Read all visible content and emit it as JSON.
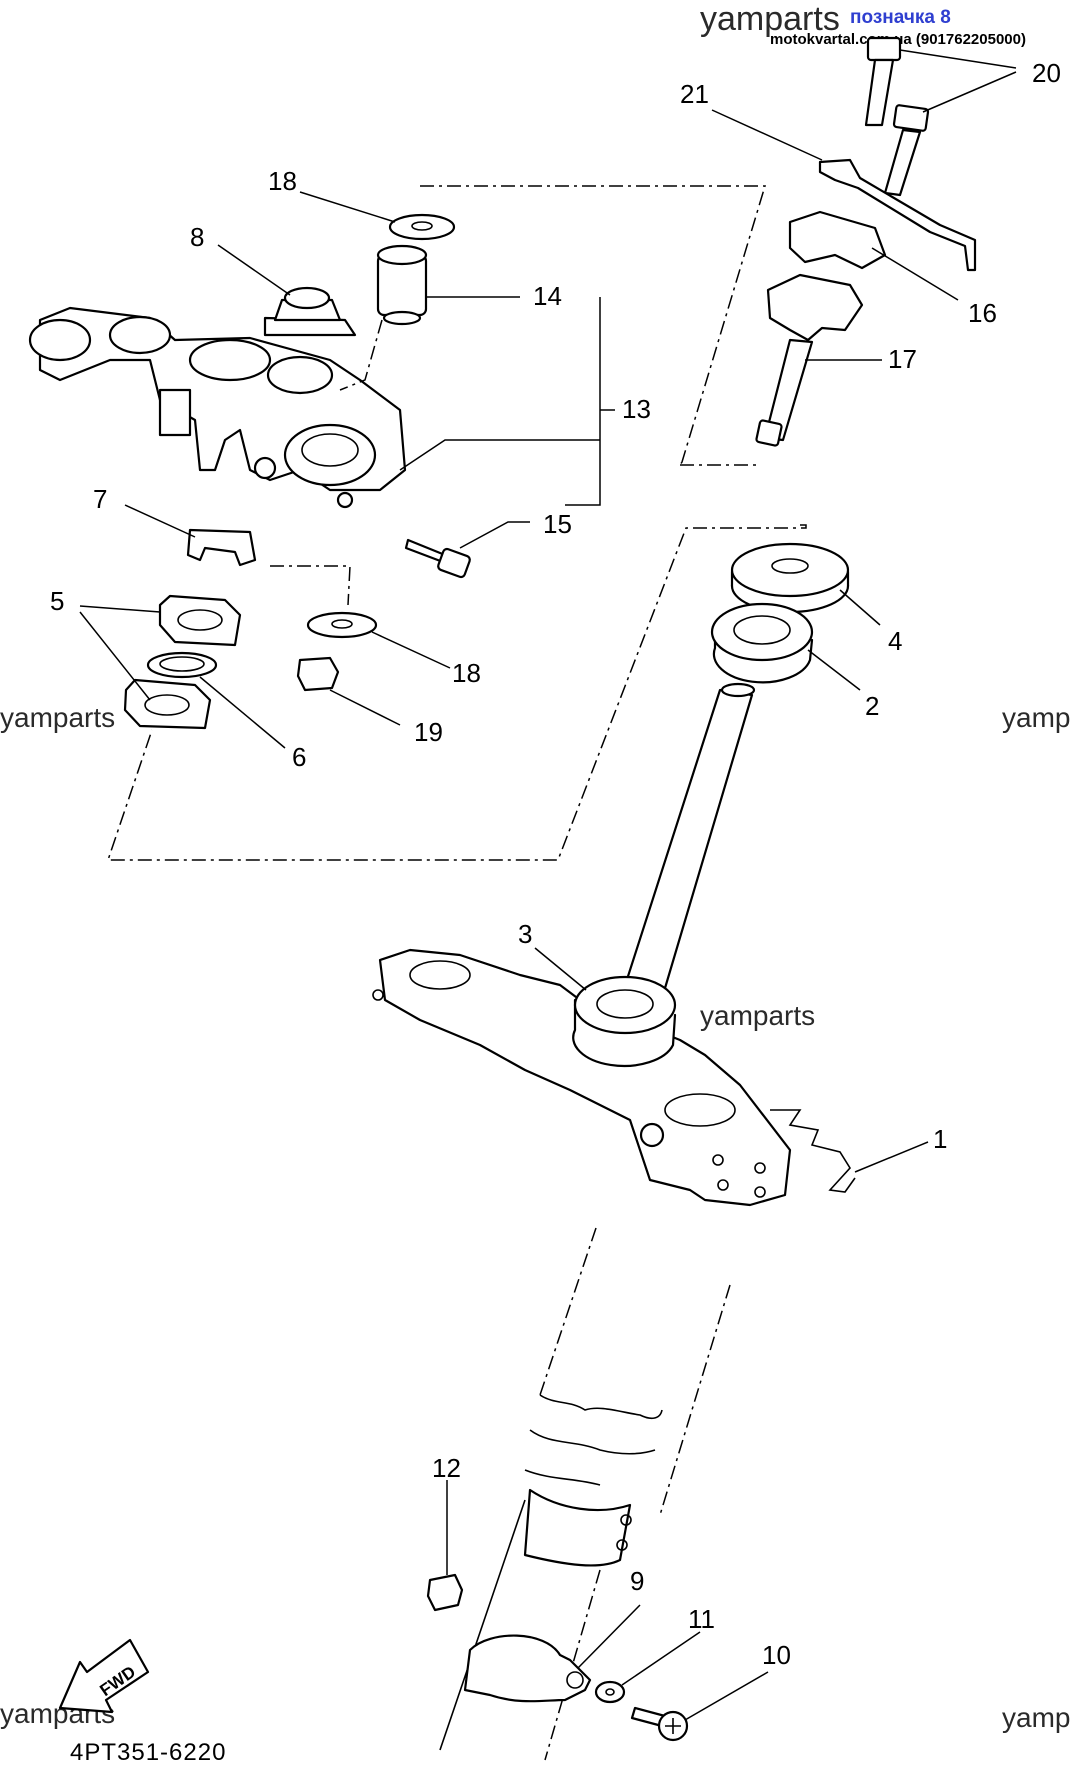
{
  "header": {
    "watermark": "yamparts",
    "badge": "позначка 8",
    "site": "motokvartal.com.ua (901762205000)"
  },
  "watermarks": {
    "mid_left": "yamparts",
    "mid_right": "yamp",
    "center": "yamparts",
    "bottom_left": "yamparts",
    "bottom_right": "yamp"
  },
  "diagram_code": "4PT351-6220",
  "fwd_label": "FWD",
  "callouts": {
    "c1": "1",
    "c2": "2",
    "c3": "3",
    "c4": "4",
    "c5": "5",
    "c6": "6",
    "c7": "7",
    "c8": "8",
    "c9": "9",
    "c10": "10",
    "c11": "11",
    "c12": "12",
    "c13": "13",
    "c14": "14",
    "c15": "15",
    "c16": "16",
    "c17": "17",
    "c18a": "18",
    "c18b": "18",
    "c19": "19",
    "c20": "20",
    "c21": "21"
  }
}
